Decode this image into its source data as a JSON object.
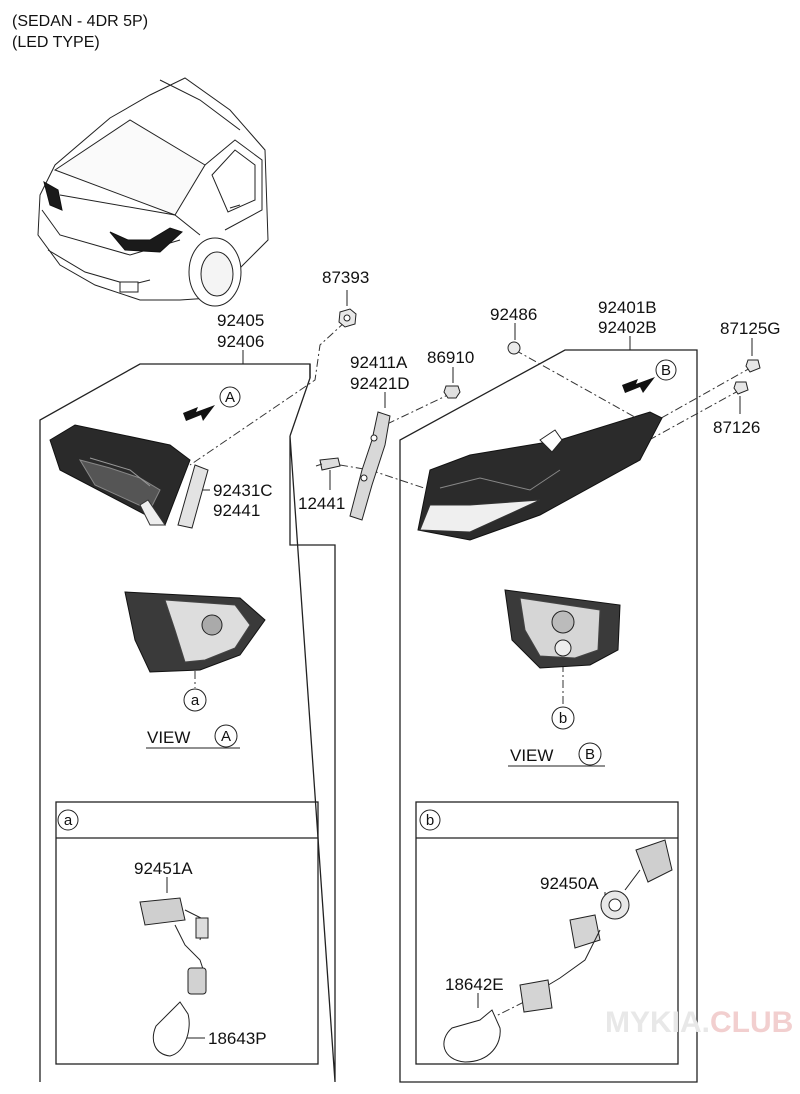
{
  "header": {
    "line1": "(SEDAN - 4DR 5P)",
    "line2": "(LED TYPE)"
  },
  "parts": {
    "p87393": "87393",
    "p92405": "92405",
    "p92406": "92406",
    "p92411A": "92411A",
    "p92421D": "92421D",
    "p86910": "86910",
    "p92486": "92486",
    "p92401B": "92401B",
    "p92402B": "92402B",
    "p87125G": "87125G",
    "p87126": "87126",
    "p12441": "12441",
    "p92431C": "92431C",
    "p92441": "92441",
    "p92451A": "92451A",
    "p18643P": "18643P",
    "p92450A": "92450A",
    "p18642E": "18642E"
  },
  "callouts": {
    "a": "a",
    "b": "b",
    "A": "A",
    "B": "B"
  },
  "views": {
    "view_word": "VIEW",
    "view_a": "A",
    "view_b": "B"
  },
  "watermark": {
    "part1": "MYKIA.",
    "part2": "CLUB"
  }
}
